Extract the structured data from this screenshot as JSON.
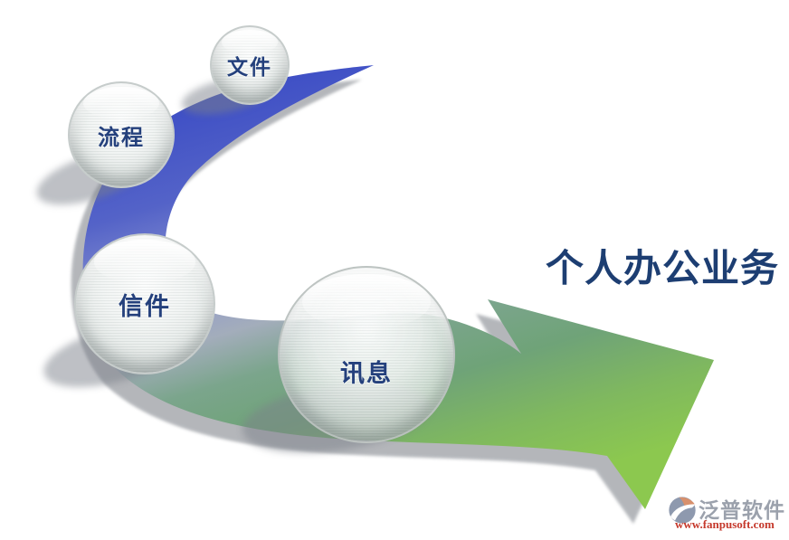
{
  "diagram": {
    "title": "个人办公业务",
    "nodes": [
      {
        "label": "文件"
      },
      {
        "label": "流程"
      },
      {
        "label": "信件"
      },
      {
        "label": "讯息"
      }
    ],
    "colors": {
      "arrow_blue_start": "#3d4ec5",
      "arrow_periwinkle_mid": "#8e97cf",
      "arrow_teal": "#6fa378",
      "arrow_green_end": "#8cc84f",
      "arrow_shadow_gray": "#a2a5aa",
      "title_navy": "#1d3e72",
      "node_text_navy": "#24407c",
      "sphere_base": "#e2e7e5"
    }
  },
  "watermark": {
    "brand": "泛普软件",
    "url": "www.fanpusoft.com",
    "brand_color": "#9ba1ac",
    "url_color": "#c5392c"
  }
}
